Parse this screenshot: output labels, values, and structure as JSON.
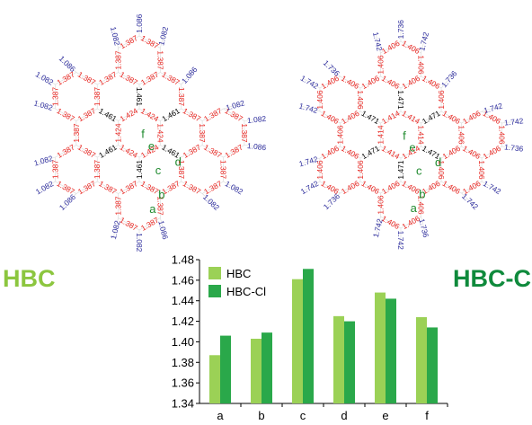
{
  "figure": {
    "left_molecule": "HBC",
    "right_molecule": "HBC-Cl"
  },
  "colors": {
    "c_h_bond": "#2e2e9e",
    "c_c_bond": "#e8231e",
    "inner_bond": "#000000",
    "site_label": "#1f8a2e",
    "hbc_label": "#8cc63f",
    "hbccl_label": "#0f8a3c",
    "hbc_bar": "#9bd156",
    "hbccl_bar": "#2aa84a"
  },
  "site_labels": [
    "a",
    "b",
    "c",
    "d",
    "e",
    "f"
  ],
  "hbc_bonds": {
    "c_h": "1.082",
    "c_h_alt": "1.086",
    "ring_a": "1.387",
    "ring_b": "1.403",
    "ring_c": "1.425",
    "ring_d": "1.461",
    "ring_e": "1.448",
    "ring_f": "1.424"
  },
  "hbccl_bonds": {
    "c_cl": "1.742",
    "c_cl_alt": "1.736",
    "ring_a": "1.406",
    "ring_b": "1.409",
    "ring_c": "1.42",
    "ring_d": "1.471",
    "ring_e": "1.442",
    "ring_f": "1.414"
  },
  "chart_data": {
    "type": "bar",
    "categories": [
      "a",
      "b",
      "c",
      "d",
      "e",
      "f"
    ],
    "series": [
      {
        "name": "HBC",
        "values": [
          1.387,
          1.403,
          1.461,
          1.425,
          1.448,
          1.424
        ]
      },
      {
        "name": "HBC-Cl",
        "values": [
          1.406,
          1.409,
          1.471,
          1.42,
          1.442,
          1.414
        ]
      }
    ],
    "ylim": [
      1.34,
      1.48
    ],
    "yticks": [
      "1.48",
      "1.46",
      "1.44",
      "1.42",
      "1.40",
      "1.38",
      "1.36",
      "1.34"
    ],
    "legend": "top-left",
    "grid": false
  }
}
